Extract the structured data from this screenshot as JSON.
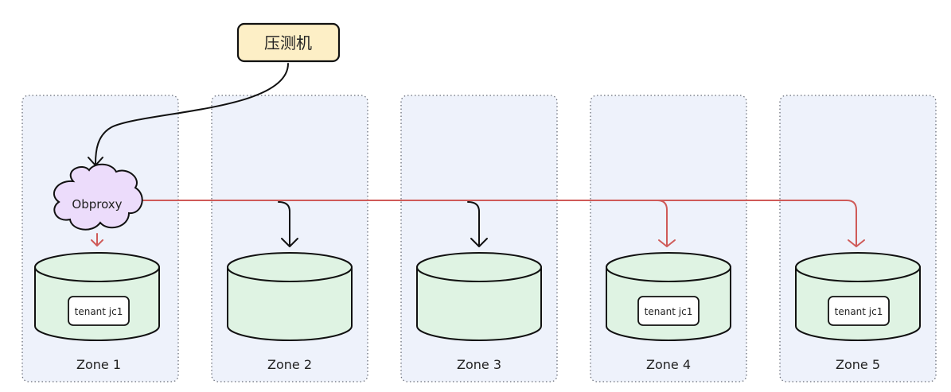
{
  "diagram": {
    "tester_label": "压测机",
    "proxy_label": "Obproxy",
    "zones": [
      {
        "label": "Zone 1",
        "tenant": "tenant jc1"
      },
      {
        "label": "Zone 2",
        "tenant": ""
      },
      {
        "label": "Zone 3",
        "tenant": ""
      },
      {
        "label": "Zone 4",
        "tenant": "tenant jc1"
      },
      {
        "label": "Zone 5",
        "tenant": "tenant jc1"
      }
    ]
  },
  "colors": {
    "zone_fill": "#eef2fb",
    "db_fill": "#dff3e3",
    "tester_fill": "#fdefc6",
    "proxy_fill": "#ecdcfb",
    "active_route": "#cf5a58",
    "idle_route": "#111111"
  }
}
